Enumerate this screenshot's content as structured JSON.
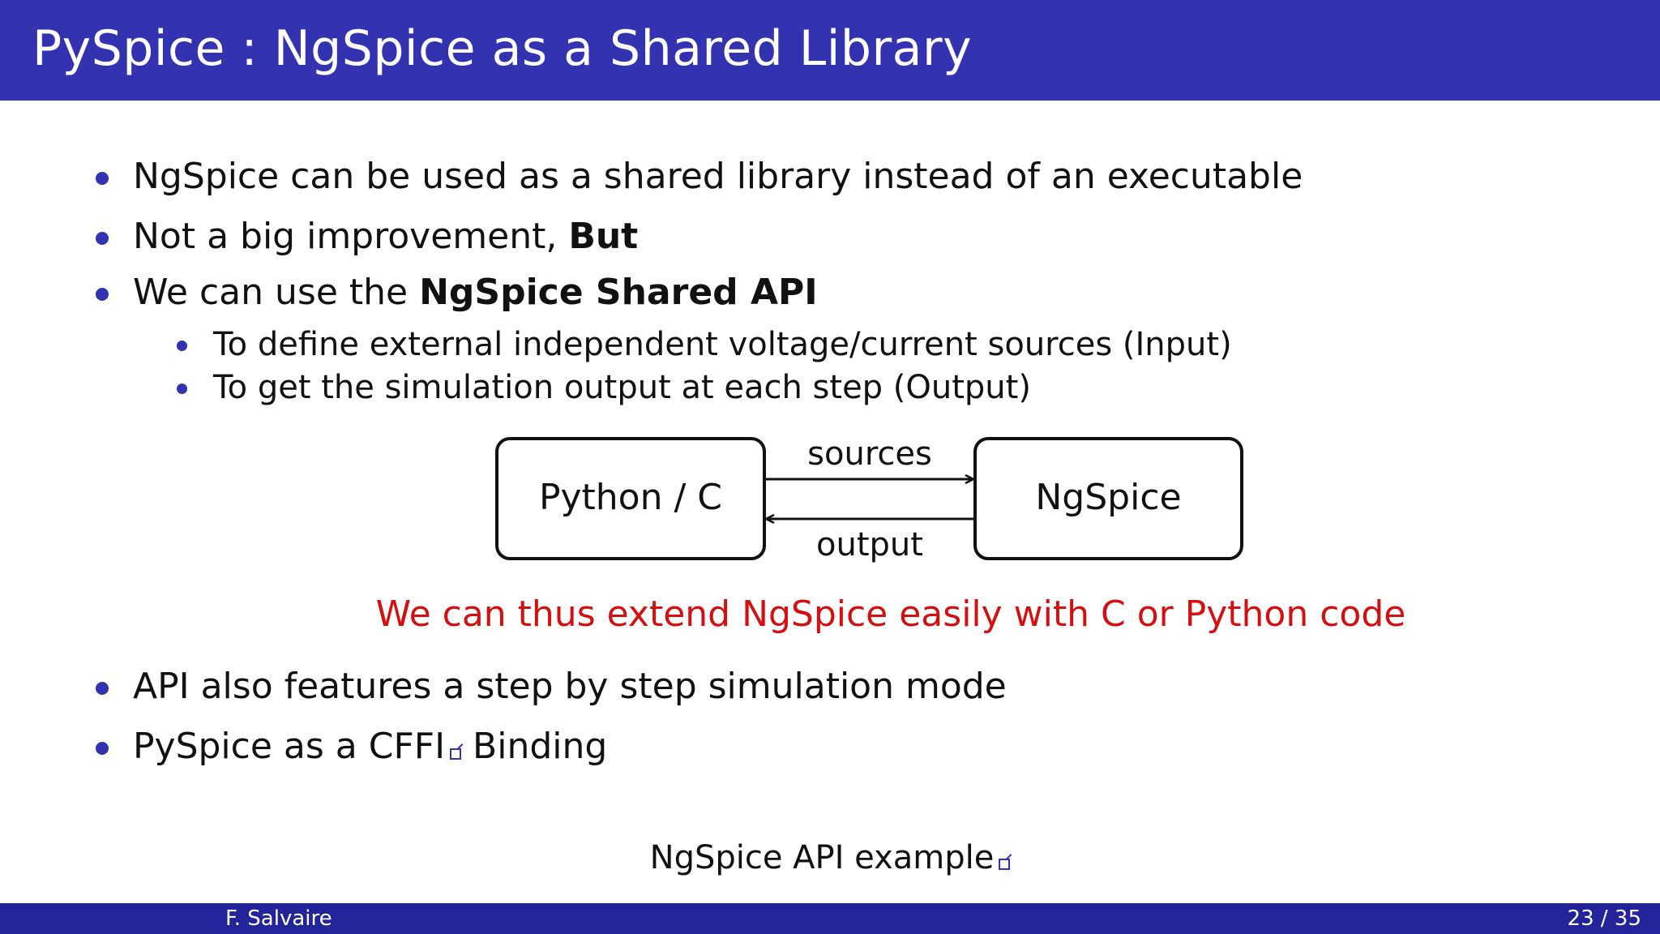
{
  "title": "PySpice : NgSpice as a Shared Library",
  "bullets": [
    {
      "text": "NgSpice can be used as a shared library instead of an executable"
    },
    {
      "text": "Not a big improvement, ",
      "strong": "But"
    },
    {
      "text": "We can use the ",
      "strong": "NgSpice Shared API"
    }
  ],
  "sub_bullets": [
    "To define external independent voltage/current sources (Input)",
    "To get the simulation output at each step (Output)"
  ],
  "diagram": {
    "left_box": "Python / C",
    "right_box": "NgSpice",
    "top_edge": "sources",
    "bottom_edge": "output"
  },
  "highlight": "We can thus extend NgSpice easily with C or Python code",
  "bullets_after": [
    {
      "text": "API also features a step by step simulation mode"
    },
    {
      "text_before": "PySpice as a CFFI",
      "text_after": " Binding",
      "icon": "external-link-icon"
    }
  ],
  "bottom_link": {
    "text": "NgSpice API example",
    "icon": "external-link-icon"
  },
  "footer": {
    "author": "F. Salvaire",
    "page": "23 / 35"
  },
  "colors": {
    "title_bar": "#3333b2",
    "footer_bar": "#23239a",
    "highlight": "#d40f0f",
    "bullet": "#3333b2"
  }
}
